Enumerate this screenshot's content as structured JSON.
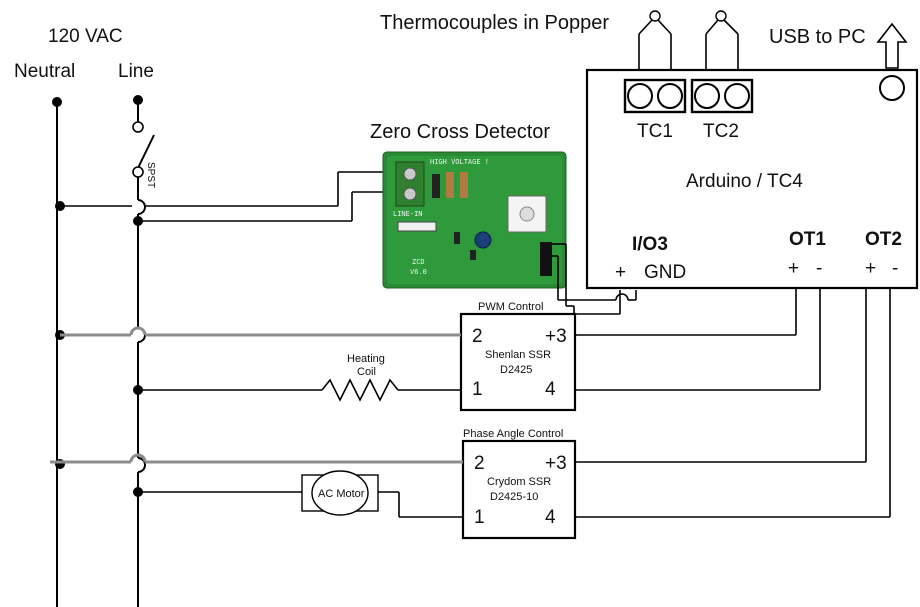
{
  "supply": {
    "voltage": "120 VAC",
    "neutral": "Neutral",
    "line": "Line",
    "switch": "SPST"
  },
  "zcd": {
    "title": "Zero Cross Detector",
    "board_line1": "HIGH VOLTAGE !",
    "board_line2": "LINE-IN",
    "board_model": "ZCD",
    "board_version": "V6.0"
  },
  "thermocouples": {
    "title": "Thermocouples in Popper",
    "tc1": "TC1",
    "tc2": "TC2"
  },
  "usb": "USB to PC",
  "arduino": {
    "title": "Arduino / TC4",
    "io3": "I/O3",
    "io3_plus": "+",
    "io3_gnd": "GND",
    "ot1": "OT1",
    "ot2": "OT2",
    "ot1_plus": "+",
    "ot1_minus": "-",
    "ot2_plus": "+",
    "ot2_minus": "-"
  },
  "ssr1": {
    "caption": "PWM Control",
    "name": "Shenlan SSR",
    "model": "D2425",
    "pin2": "2",
    "pin3": "+3",
    "pin1": "1",
    "pin4": "4"
  },
  "heater": {
    "line1": "Heating",
    "line2": "Coil"
  },
  "ssr2": {
    "caption": "Phase Angle Control",
    "name": "Crydom SSR",
    "model": "D2425-10",
    "pin2": "2",
    "pin3": "+3",
    "pin1": "1",
    "pin4": "4"
  },
  "motor": "AC Motor"
}
